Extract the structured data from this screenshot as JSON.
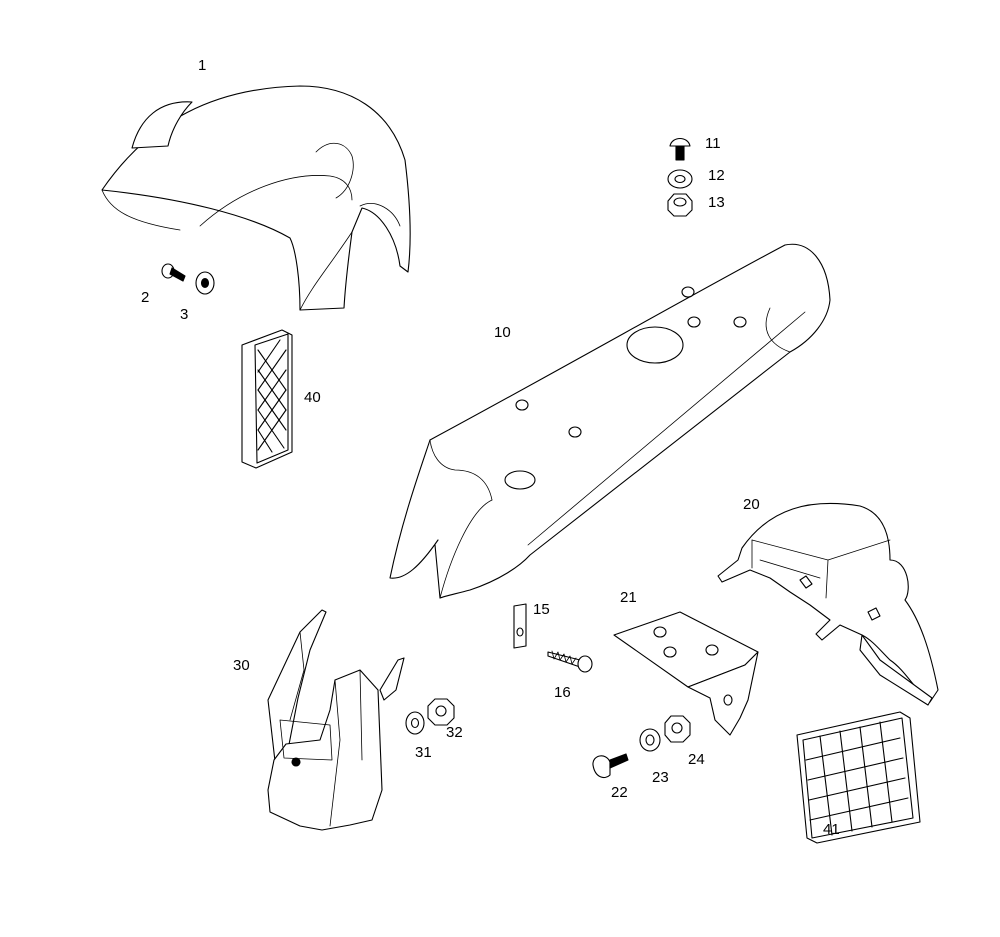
{
  "callouts": {
    "c1": "1",
    "c2": "2",
    "c3": "3",
    "c10": "10",
    "c11": "11",
    "c12": "12",
    "c13": "13",
    "c15": "15",
    "c16": "16",
    "c20": "20",
    "c21": "21",
    "c22": "22",
    "c23": "23",
    "c24": "24",
    "c30": "30",
    "c31": "31",
    "c32": "32",
    "c40": "40",
    "c41": "41"
  },
  "colors": {
    "line": "#000000",
    "background": "#ffffff"
  }
}
